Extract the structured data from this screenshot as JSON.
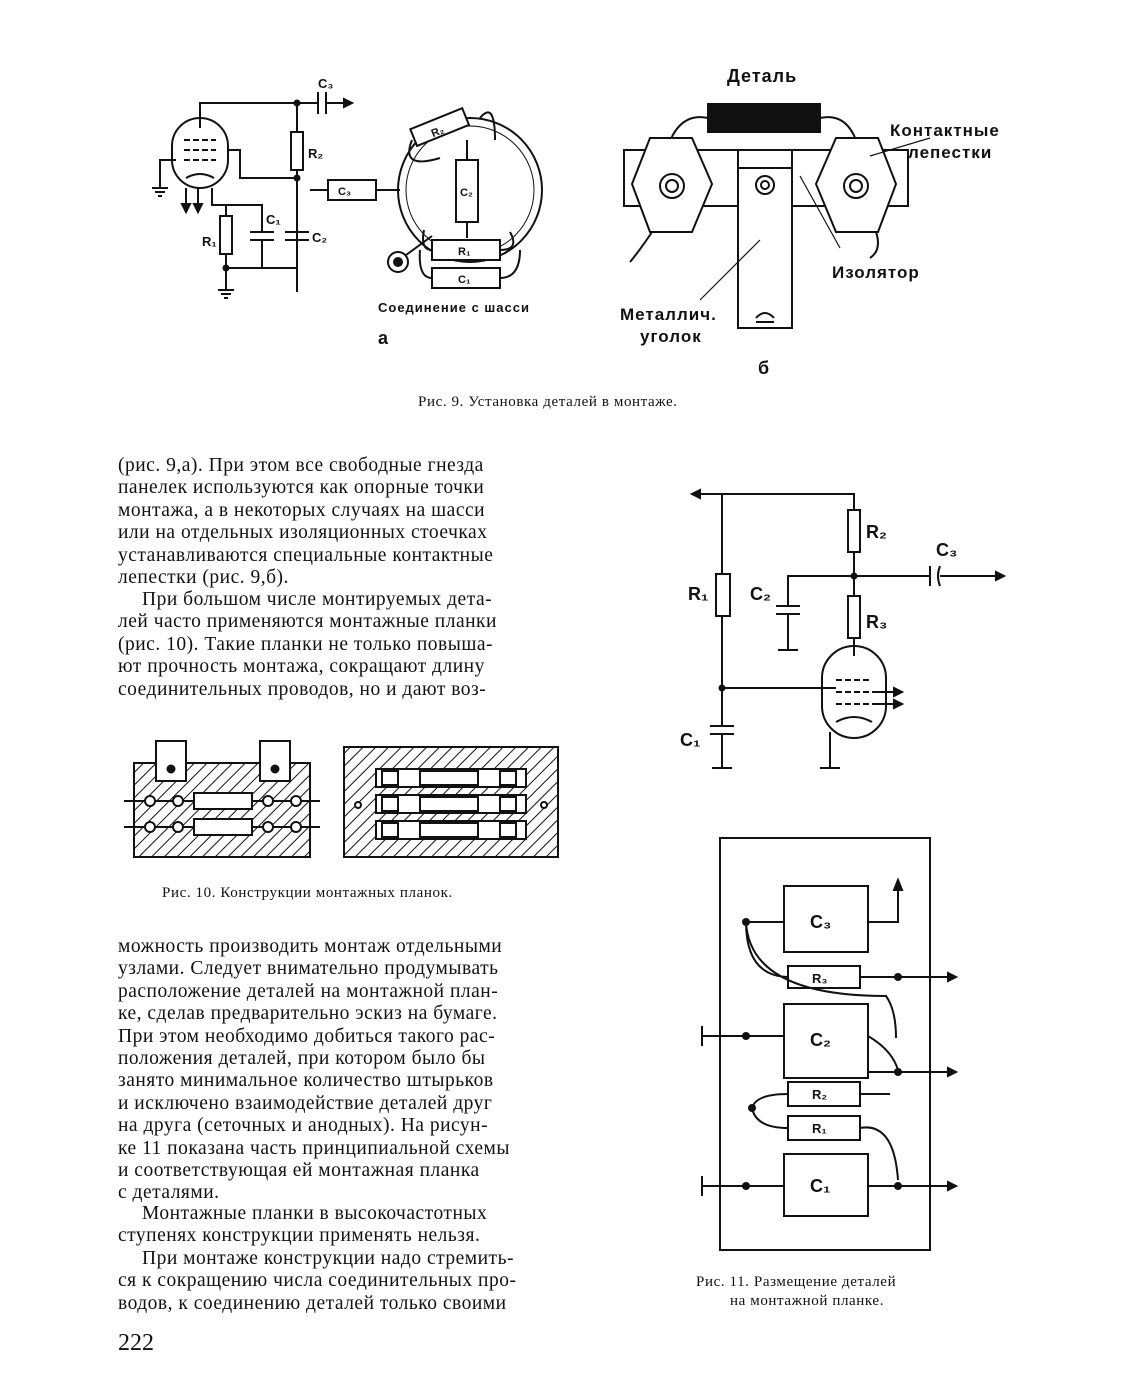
{
  "fig9": {
    "caption": "Рис. 9. Установка деталей в монтаже.",
    "a": {
      "sublabel": "а",
      "chassis_label": "Соединение с шасси",
      "labels": {
        "c3": "C₃",
        "r2": "R₂",
        "r1": "R₁",
        "c1": "C₁",
        "c2": "C₂"
      }
    },
    "b": {
      "sublabel": "б",
      "part": "Деталь",
      "lugs": [
        "Контактные",
        "лепестки"
      ],
      "insulator": "Изолятор",
      "bracket": [
        "Металлич.",
        "уголок"
      ]
    }
  },
  "fig10": {
    "caption": "Рис. 10. Конструкции монтажных планок."
  },
  "fig11": {
    "caption_lines": [
      "Рис. 11.  Размещение деталей",
      "на монтажной  планке."
    ],
    "schematic_labels": {
      "r1": "R₁",
      "r2": "R₂",
      "r3": "R₃",
      "c1": "C₁",
      "c2": "C₂",
      "c3": "C₃"
    },
    "board_labels": {
      "c3": "C₃",
      "r3": "R₃",
      "c2": "C₂",
      "r2": "R₂",
      "r1": "R₁",
      "c1": "C₁"
    }
  },
  "text": {
    "para1": [
      "(рис. 9,а). При этом все свободные гнезда",
      "панелек используются как опорные точки",
      "монтажа, а в некоторых случаях на шасси",
      "или на отдельных изоляционных стоечках",
      "устанавливаются специальные контактные",
      "лепестки (рис. 9,б)."
    ],
    "para2": [
      "При большом числе монтируемых дета-",
      "лей часто применяются монтажные планки",
      "(рис. 10). Такие планки не только повыша-",
      "ют прочность монтажа, сокращают длину",
      "соединительных проводов, но и дают воз-"
    ],
    "para3": [
      "можность производить монтаж отдельными",
      "узлами. Следует внимательно продумывать",
      "расположение деталей на монтажной план-",
      "ке, сделав предварительно эскиз на бумаге.",
      "При этом необходимо добиться такого рас-",
      "положения деталей, при котором было бы",
      "занято минимальное количество штырьков",
      "и исключено взаимодействие деталей друг",
      "на друга (сеточных и анодных). На рисун-",
      "ке 11 показана часть принципиальной схемы",
      "и соответствующая ей монтажная планка",
      "с деталями."
    ],
    "para4": [
      "Монтажные планки в высокочастотных",
      "ступенях конструкции применять нельзя."
    ],
    "para5": [
      "При монтаже конструкции надо стремить-",
      "ся к сокращению числа соединительных про-",
      "водов, к соединению деталей только своими"
    ]
  },
  "page_number": "222"
}
